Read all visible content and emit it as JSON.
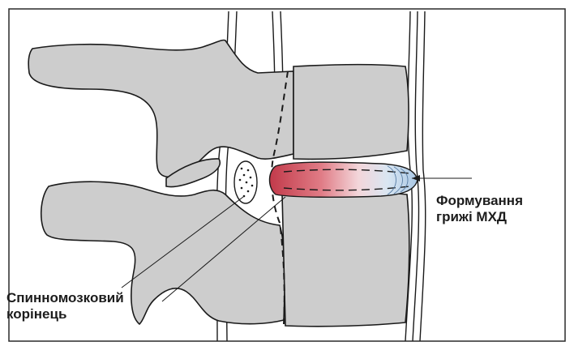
{
  "labels": {
    "root_line1": "Спинномозковий",
    "root_line2": "корінець",
    "hernia_line1": "Формування",
    "hernia_line2": "грижі МХД"
  },
  "colors": {
    "bone_fill": "#cdcdcd",
    "outline": "#1a1a1a",
    "frame_border": "#2a2a2a",
    "disc_red": "#c23a4a",
    "disc_pink": "#e8a8b0",
    "disc_blue": "#b9d3ea",
    "root_fill": "#ffffff"
  }
}
